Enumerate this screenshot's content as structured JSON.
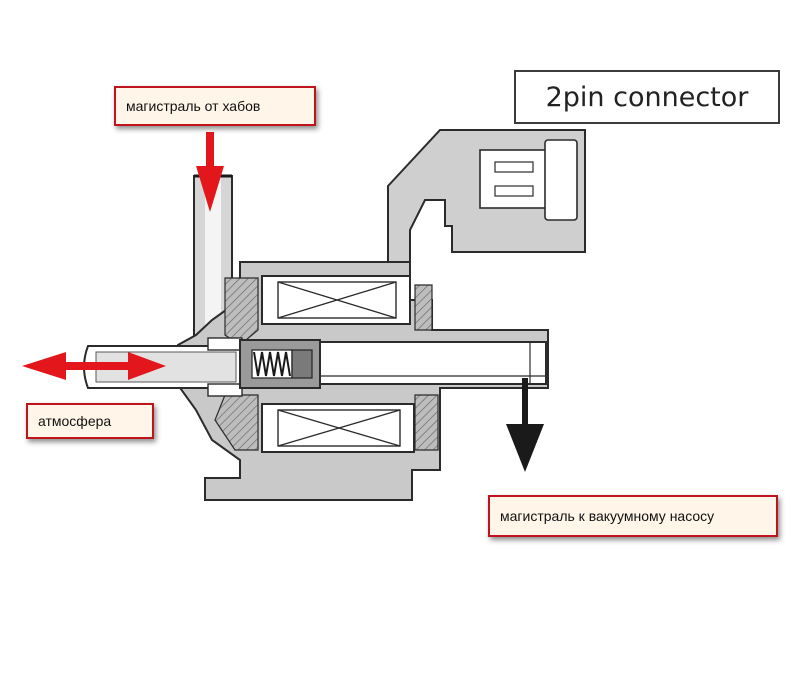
{
  "labels": {
    "hub_line": "магистраль от хабов",
    "atmosphere": "атмосфера",
    "vacuum_line": "магистраль к вакуумному насосу",
    "connector": "2pin connector"
  },
  "colors": {
    "callout_border": "#c0141c",
    "callout_fill": "#fff5e8",
    "arrow_red": "#e3161b",
    "arrow_dark": "#1a1a1a",
    "body_gray": "#c9c9c9",
    "outline": "#2b2b2b"
  }
}
